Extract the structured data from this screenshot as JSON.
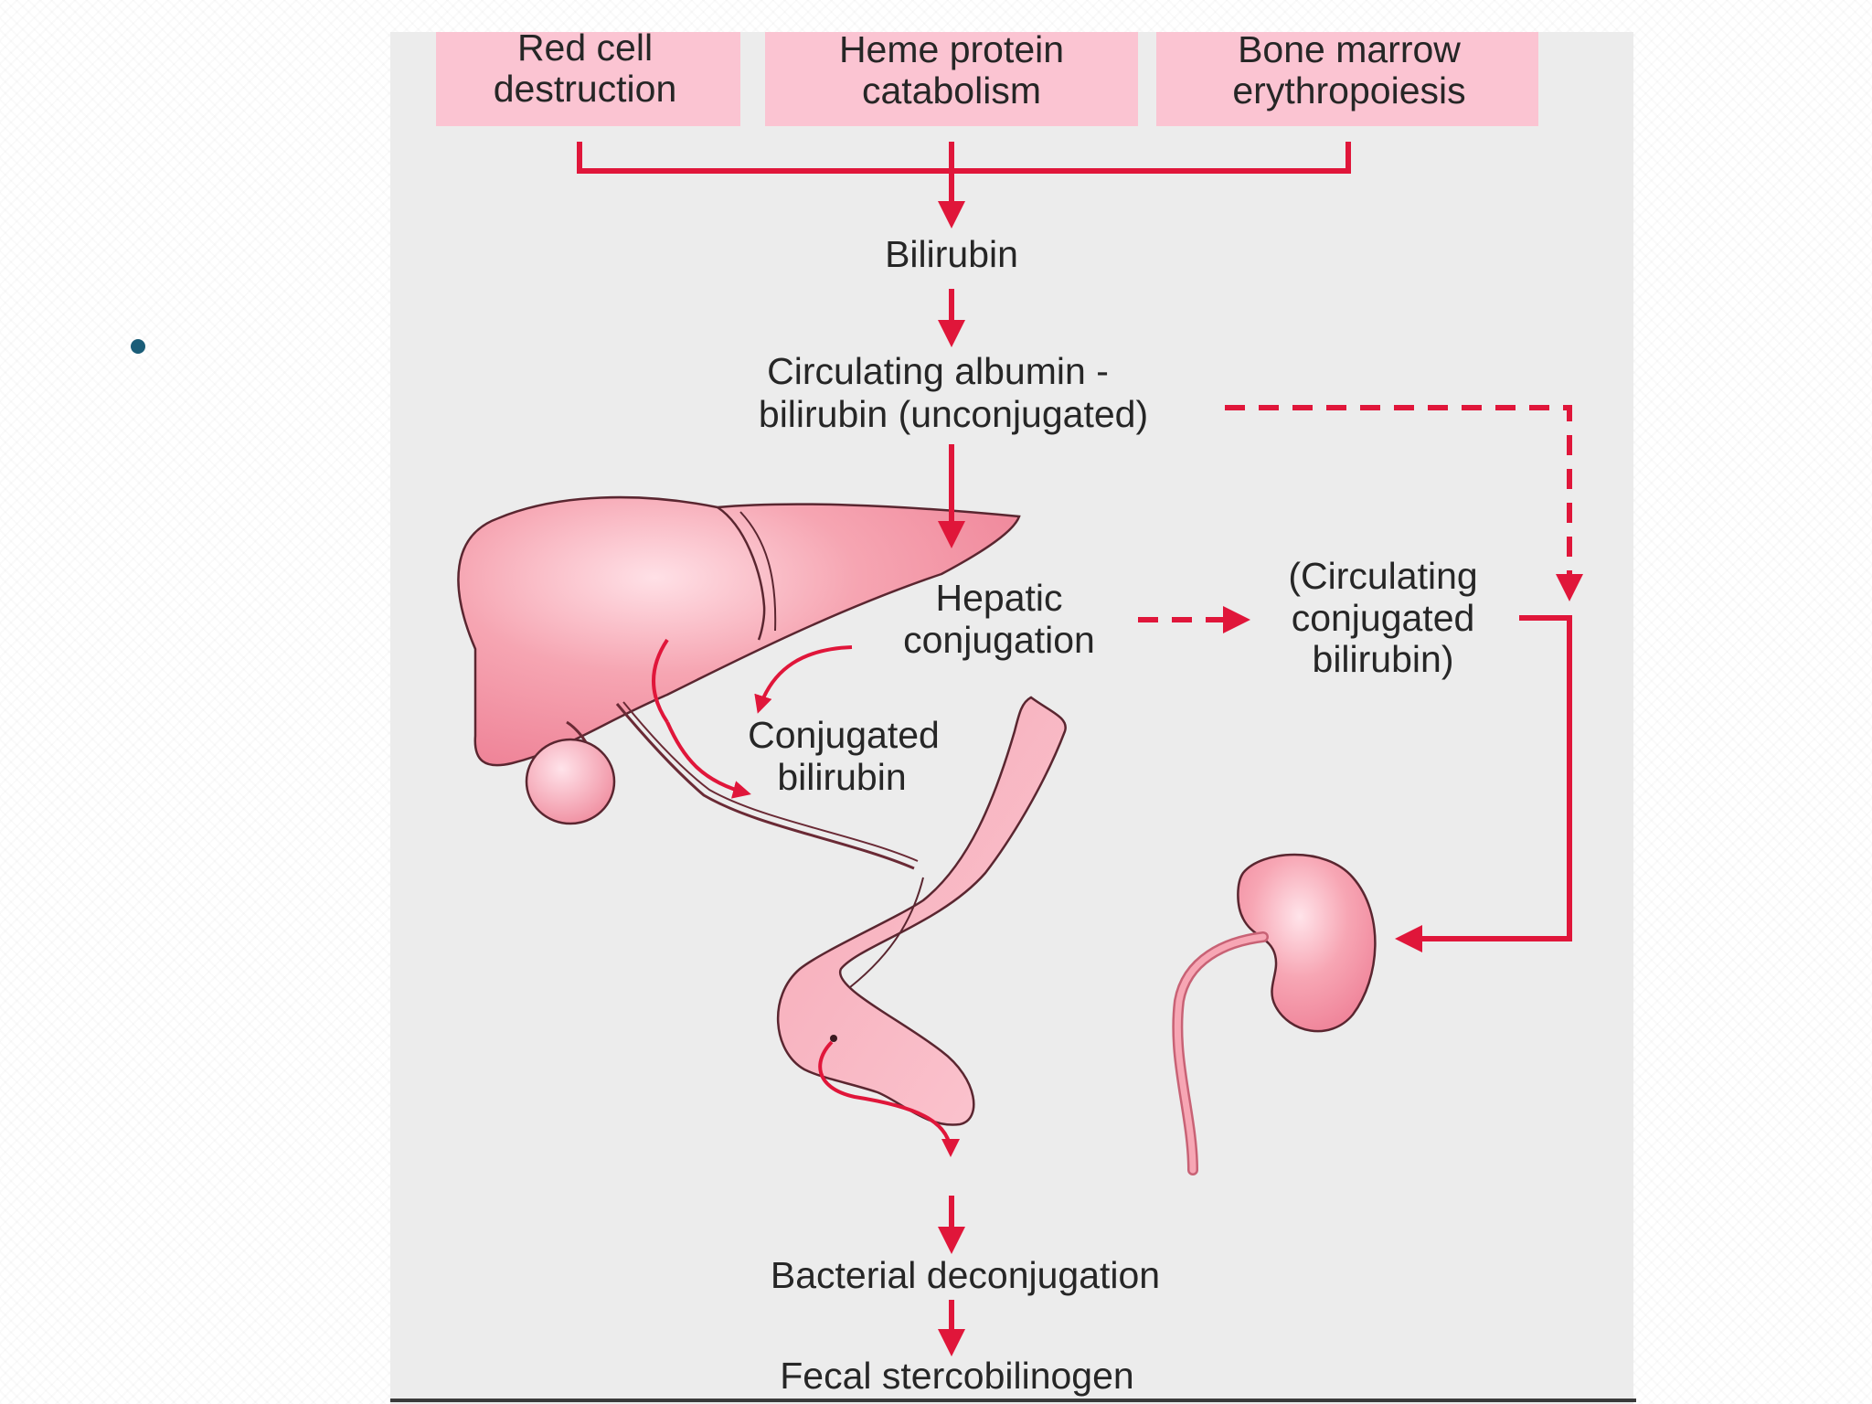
{
  "slide": {
    "bullet_text": ""
  },
  "diagram": {
    "sources": {
      "red_cell": [
        "Red cell",
        "destruction"
      ],
      "heme_protein": [
        "Heme protein",
        "catabolism"
      ],
      "bone_marrow": [
        "Bone marrow",
        "erythropoiesis"
      ]
    },
    "bilirubin": "Bilirubin",
    "circulating_albumin": [
      "Circulating albumin -",
      "bilirubin (unconjugated)"
    ],
    "hepatic_conjugation": [
      "Hepatic",
      "conjugation"
    ],
    "circulating_conjugated": [
      "(Circulating",
      "conjugated",
      "bilirubin)"
    ],
    "conjugated_bilirubin": [
      "Conjugated",
      "bilirubin"
    ],
    "bacterial_deconjugation": "Bacterial deconjugation",
    "fecal_stercobilinogen": "Fecal stercobilinogen"
  },
  "colors": {
    "arrow": "#e0163a",
    "source_box": "#fbc4d2",
    "organ": "#f28c9c",
    "panel": "#ececec"
  },
  "icons": [
    "liver-icon",
    "gallbladder-icon",
    "intestine-icon",
    "kidney-icon"
  ]
}
